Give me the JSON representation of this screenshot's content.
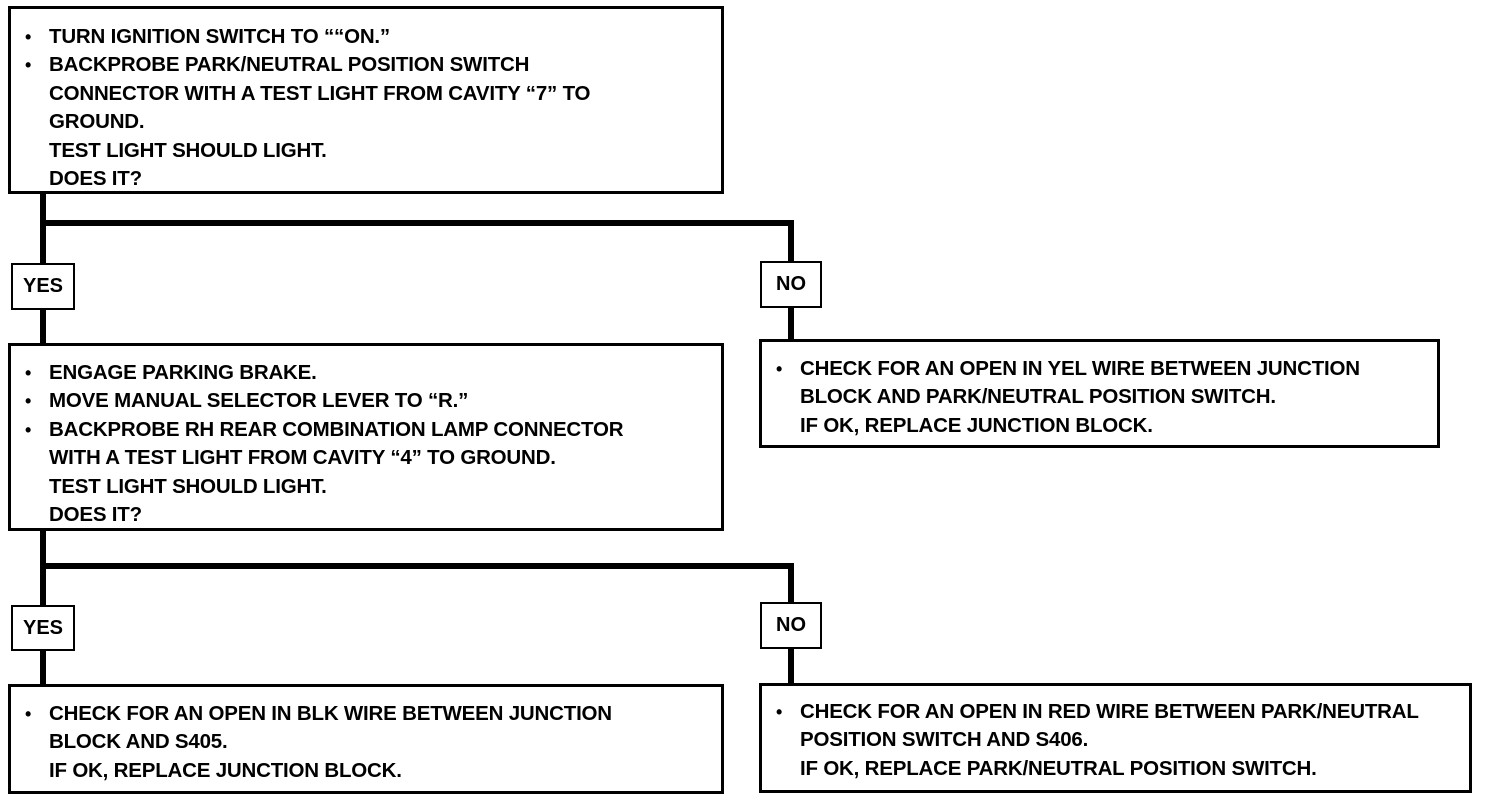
{
  "steps": [
    {
      "id": "step-1",
      "bullets": [
        "TURN IGNITION SWITCH TO ““ON.”",
        "BACKPROBE PARK/NEUTRAL POSITION SWITCH"
      ],
      "continuation": [
        "CONNECTOR WITH A TEST LIGHT FROM CAVITY “7” TO",
        "GROUND.",
        "TEST LIGHT SHOULD LIGHT.",
        "DOES IT?"
      ]
    },
    {
      "id": "step-2",
      "bullets": [
        "ENGAGE PARKING BRAKE.",
        "MOVE MANUAL SELECTOR LEVER TO “R.”",
        "BACKPROBE RH REAR COMBINATION LAMP CONNECTOR"
      ],
      "continuation": [
        "WITH A TEST LIGHT FROM CAVITY “4” TO GROUND.",
        "TEST LIGHT SHOULD LIGHT.",
        "DOES IT?"
      ]
    }
  ],
  "results": {
    "no_1": {
      "bullet": "CHECK FOR AN OPEN IN YEL WIRE BETWEEN JUNCTION",
      "continuation": [
        "BLOCK AND PARK/NEUTRAL POSITION SWITCH.",
        "IF OK, REPLACE JUNCTION BLOCK."
      ]
    },
    "yes_2": {
      "bullet": "CHECK FOR AN OPEN IN BLK WIRE BETWEEN JUNCTION",
      "continuation": [
        "BLOCK AND S405.",
        "IF OK, REPLACE JUNCTION BLOCK."
      ]
    },
    "no_2": {
      "bullet": "CHECK FOR AN OPEN IN RED WIRE BETWEEN PARK/NEUTRAL",
      "continuation": [
        "POSITION SWITCH AND S406.",
        "IF OK, REPLACE PARK/NEUTRAL POSITION SWITCH."
      ]
    }
  },
  "labels": {
    "yes": "YES",
    "no": "NO"
  },
  "bullet_symbol": "•"
}
